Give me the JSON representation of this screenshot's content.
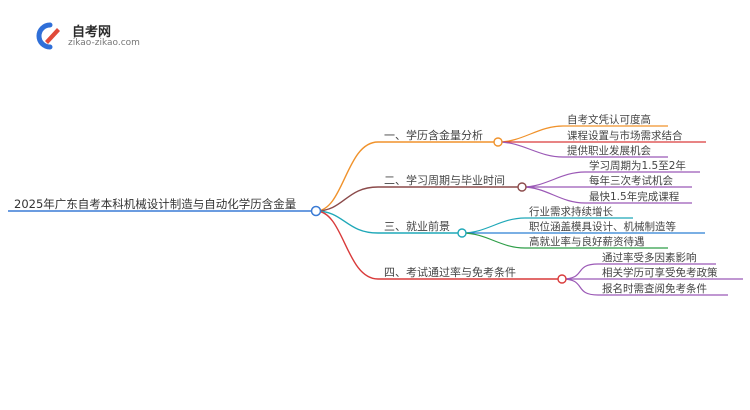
{
  "logo": {
    "title": "自考网",
    "subtitle": "zikao-zikao.com",
    "colors": {
      "blue": "#2f6fd8",
      "red": "#e04a3a"
    }
  },
  "mindmap": {
    "root": {
      "label": "2025年广东自考本科机械设计制造与自动化学历含金量",
      "color": "#3a7bd5"
    },
    "branches": [
      {
        "label": "一、学历含金量分析",
        "color": "#f0922b",
        "children": [
          {
            "label": "自考文凭认可度高",
            "color": "#f0922b"
          },
          {
            "label": "课程设置与市场需求结合",
            "color": "#d93a3a"
          },
          {
            "label": "提供职业发展机会",
            "color": "#9b59b6"
          }
        ]
      },
      {
        "label": "二、学习周期与毕业时间",
        "color": "#8b4a4a",
        "children": [
          {
            "label": "学习周期为1.5至2年",
            "color": "#9b59b6"
          },
          {
            "label": "每年三次考试机会",
            "color": "#9b59b6"
          },
          {
            "label": "最快1.5年完成课程",
            "color": "#9b59b6"
          }
        ]
      },
      {
        "label": "三、就业前景",
        "color": "#1fa8b8",
        "children": [
          {
            "label": "行业需求持续增长",
            "color": "#1fa8b8"
          },
          {
            "label": "职位涵盖模具设计、机械制造等",
            "color": "#2a7fd4"
          },
          {
            "label": "高就业率与良好薪资待遇",
            "color": "#2e9e48"
          }
        ]
      },
      {
        "label": "四、考试通过率与免考条件",
        "color": "#d93a3a",
        "children": [
          {
            "label": "通过率受多因素影响",
            "color": "#9b59b6"
          },
          {
            "label": "相关学历可享受免考政策",
            "color": "#9b59b6"
          },
          {
            "label": "报名时需查阅免考条件",
            "color": "#9b59b6"
          }
        ]
      }
    ]
  }
}
